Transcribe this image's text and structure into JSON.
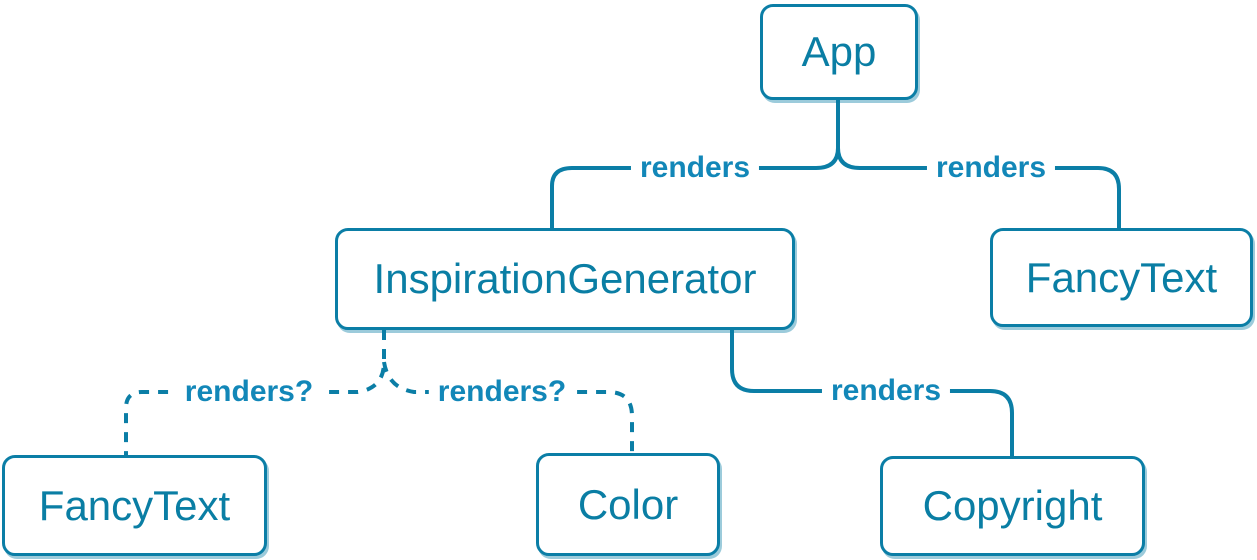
{
  "diagram": {
    "type": "component-render-tree",
    "colors": {
      "background": "#ffffff",
      "edge_stroke": "#0b7ea6",
      "node_border": "#0b7ea6",
      "node_text": "#0a7ea4",
      "edge_label_text": "#1287b8"
    },
    "nodes": [
      {
        "id": "app",
        "label": "App"
      },
      {
        "id": "inspiration-generator",
        "label": "InspirationGenerator"
      },
      {
        "id": "fancy-text-top",
        "label": "FancyText"
      },
      {
        "id": "fancy-text-bottom",
        "label": "FancyText"
      },
      {
        "id": "color",
        "label": "Color"
      },
      {
        "id": "copyright",
        "label": "Copyright"
      }
    ],
    "edges": [
      {
        "from": "App",
        "to": "InspirationGenerator",
        "label": "renders",
        "style": "solid"
      },
      {
        "from": "App",
        "to": "FancyText",
        "label": "renders",
        "style": "solid"
      },
      {
        "from": "InspirationGenerator",
        "to": "FancyText",
        "label": "renders?",
        "style": "dashed"
      },
      {
        "from": "InspirationGenerator",
        "to": "Color",
        "label": "renders?",
        "style": "dashed"
      },
      {
        "from": "InspirationGenerator",
        "to": "Copyright",
        "label": "renders",
        "style": "solid"
      }
    ]
  }
}
